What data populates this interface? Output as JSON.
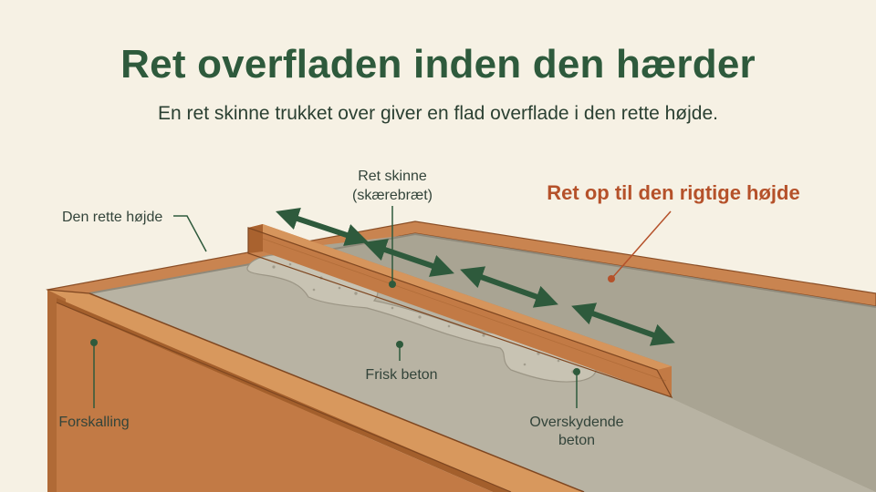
{
  "title": "Ret overfladen inden den hærder",
  "subtitle": "En ret skinne trukket over giver en flad overflade i den rette højde.",
  "labels": {
    "rette_hojde": "Den rette højde",
    "ret_skinne_1": "Ret skinne",
    "ret_skinne_2": "(skærebræt)",
    "ret_op": "Ret op til den rigtige højde",
    "forskalling": "Forskalling",
    "frisk_beton": "Frisk beton",
    "overskydende_1": "Overskydende",
    "overskydende_2": "beton"
  },
  "colors": {
    "title": "#2e5a3c",
    "accent_red": "#b5512a",
    "arrow_green": "#2e5a3c",
    "wood": "#c27a45",
    "concrete": "#b8b3a3"
  }
}
